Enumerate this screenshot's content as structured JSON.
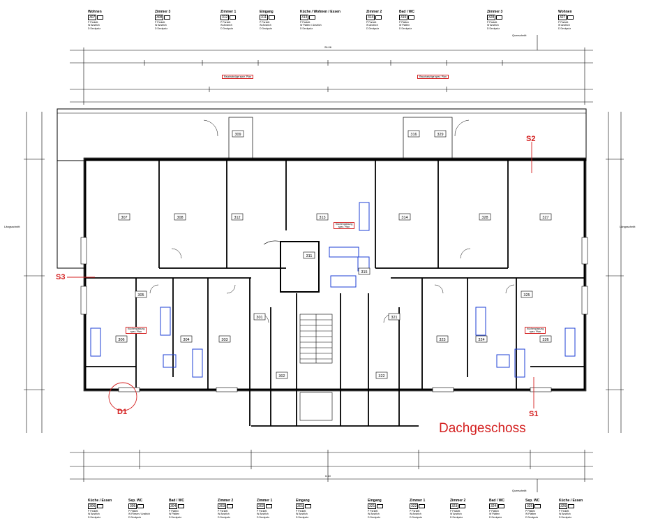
{
  "title": "Dachgeschoss",
  "section_marks": {
    "s1": "S1",
    "s2": "S2",
    "s3": "S3",
    "d1": "D1"
  },
  "side_labels": {
    "left": "Längsschnitt",
    "right": "Längsschnitt",
    "top": "Querschnitt",
    "bottom": "Querschnitt"
  },
  "legend_top": [
    {
      "name": "Wohnen",
      "nr": "307",
      "rows": [
        "P  Parkett",
        "W  Anstrich",
        "D  Deckputz"
      ]
    },
    {
      "name": "Zimmer 3",
      "nr": "308",
      "rows": [
        "P  Parkett",
        "W  Anstrich",
        "D  Deckputz"
      ]
    },
    {
      "name": "Zimmer 1",
      "nr": "312",
      "rows": [
        "P  Parkett",
        "W  Anstrich",
        "D  Deckputz"
      ]
    },
    {
      "name": "Eingang",
      "nr": "311",
      "rows": [
        "P  Parkett",
        "W  Anstrich",
        "D  Deckputz"
      ]
    },
    {
      "name": "Küche / Wohnen / Essen",
      "nr": "313",
      "rows": [
        "P  Parkett",
        "W  Platten / Anstrich",
        "D  Deckputz"
      ]
    },
    {
      "name": "Zimmer 2",
      "nr": "314",
      "rows": [
        "P  Parkett",
        "W  Anstrich",
        "D  Deckputz"
      ]
    },
    {
      "name": "Bad / WC",
      "nr": "315",
      "rows": [
        "P  Platten",
        "W  Platten",
        "D  Deckputz"
      ]
    },
    {
      "name": "Zimmer 3",
      "nr": "328",
      "rows": [
        "P  Parkett",
        "W  Anstrich",
        "D  Deckputz"
      ]
    },
    {
      "name": "Wohnen",
      "nr": "327",
      "rows": [
        "P  Parkett",
        "W  Anstrich",
        "D  Deckputz"
      ]
    }
  ],
  "legend_bottom": [
    {
      "name": "Küche / Essen",
      "nr": "306",
      "rows": [
        "P  Parkett",
        "W  Anstrich",
        "D  Deckputz"
      ]
    },
    {
      "name": "Sep. WC",
      "nr": "305",
      "rows": [
        "P  Platten",
        "W  Fliesen / Anstrich",
        "D  Deckputz"
      ]
    },
    {
      "name": "Bad / WC",
      "nr": "304",
      "rows": [
        "P  Platten",
        "W  Platten",
        "D  Deckputz"
      ]
    },
    {
      "name": "Zimmer 2",
      "nr": "303",
      "rows": [
        "P  Parkett",
        "W  Anstrich",
        "D  Deckputz"
      ]
    },
    {
      "name": "Zimmer 1",
      "nr": "302",
      "rows": [
        "P  Parkett",
        "W  Anstrich",
        "D  Deckputz"
      ]
    },
    {
      "name": "Eingang",
      "nr": "301",
      "rows": [
        "P  Parkett",
        "W  Anstrich",
        "D  Deckputz"
      ]
    },
    {
      "name": "Eingang",
      "nr": "321",
      "rows": [
        "P  Parkett",
        "W  Anstrich",
        "D  Deckputz"
      ]
    },
    {
      "name": "Zimmer 1",
      "nr": "322",
      "rows": [
        "P  Parkett",
        "W  Anstrich",
        "D  Deckputz"
      ]
    },
    {
      "name": "Zimmer 2",
      "nr": "323",
      "rows": [
        "P  Parkett",
        "W  Anstrich",
        "D  Deckputz"
      ]
    },
    {
      "name": "Bad / WC",
      "nr": "324",
      "rows": [
        "P  Platten",
        "W  Platten",
        "D  Deckputz"
      ]
    },
    {
      "name": "Sep. WC",
      "nr": "325",
      "rows": [
        "P  Platten",
        "W  Platten",
        "D  Deckputz"
      ]
    },
    {
      "name": "Küche / Essen",
      "nr": "326",
      "rows": [
        "P  Parkett",
        "W  Anstrich",
        "D  Deckputz"
      ]
    }
  ],
  "rooms": [
    "307",
    "308",
    "312",
    "313",
    "314",
    "328",
    "327",
    "311",
    "315",
    "309",
    "329",
    "316",
    "306",
    "305",
    "304",
    "303",
    "301",
    "302",
    "321",
    "322",
    "323",
    "324",
    "325",
    "326"
  ],
  "notes": {
    "rauchabzug_1": "Rauchabzüge spez. Plan",
    "rauchabzug_2": "Rauchabzüge spez. Plan",
    "kueche_left": "Küchenplanung spez. Plan",
    "kueche_right": "Küchenplanung spez. Plan",
    "kueche_center": "Küchenplanung spez. Plan"
  },
  "dims": {
    "top_total": "26.06",
    "bottom_total": "6.10"
  },
  "colors": {
    "title": "#d42020",
    "walls": "#000000",
    "fixtures": "#1c3fd6"
  }
}
